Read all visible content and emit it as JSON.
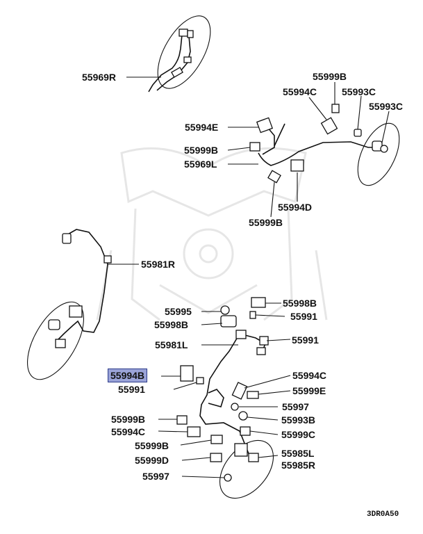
{
  "diagram": {
    "code": "3DR0A50",
    "labels": {
      "l_55969R": "55969R",
      "l_55999B_top": "55999B",
      "l_55994C_top": "55994C",
      "l_55993C_a": "55993C",
      "l_55993C_b": "55993C",
      "l_55994E": "55994E",
      "l_55999B_mid": "55999B",
      "l_55969L": "55969L",
      "l_55994D": "55994D",
      "l_55999B_low": "55999B",
      "l_55981R": "55981R",
      "l_55995": "55995",
      "l_55998B_a": "55998B",
      "l_55991_a": "55991",
      "l_55998B_b": "55998B",
      "l_55981L": "55981L",
      "l_55991_b": "55991",
      "l_55994B": "55994B",
      "l_55994C_r": "55994C",
      "l_55991_c": "55991",
      "l_55999E": "55999E",
      "l_55997_r": "55997",
      "l_55999B_l1": "55999B",
      "l_55993B": "55993B",
      "l_55994C_l": "55994C",
      "l_55999C": "55999C",
      "l_55999B_l2": "55999B",
      "l_55985L": "55985L",
      "l_55999D": "55999D",
      "l_55985R": "55985R",
      "l_55997_l": "55997"
    }
  }
}
